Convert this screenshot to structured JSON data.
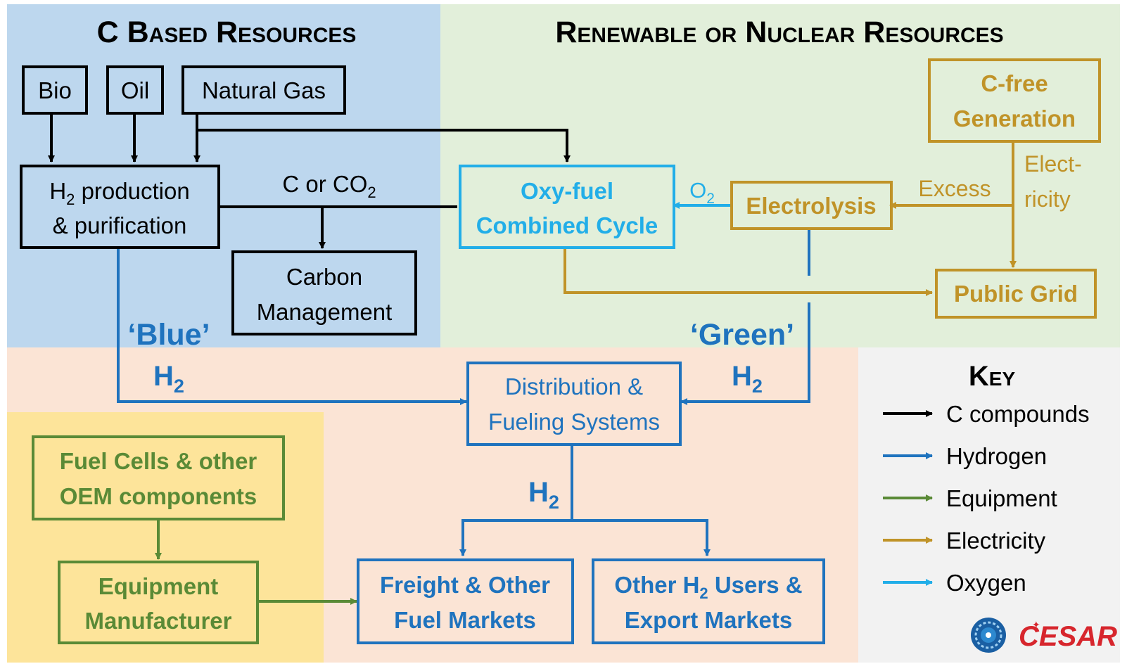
{
  "regions": {
    "c_based": "C Based Resources",
    "renewable": "Renewable or Nuclear Resources"
  },
  "nodes": {
    "bio": "Bio",
    "oil": "Oil",
    "natural_gas": "Natural Gas",
    "h2_production": {
      "line1_a": "H",
      "line1_sub": "2",
      "line1_b": " production",
      "line2": "& purification"
    },
    "carbon_management": {
      "line1": "Carbon",
      "line2": "Management"
    },
    "oxyfuel": {
      "line1": "Oxy-fuel",
      "line2": "Combined Cycle"
    },
    "electrolysis": "Electrolysis",
    "cfree": {
      "line1": "C-free",
      "line2": "Generation"
    },
    "public_grid": "Public Grid",
    "distribution": {
      "line1": "Distribution &",
      "line2": "Fueling Systems"
    },
    "fuel_cells": {
      "line1": "Fuel Cells & other",
      "line2": "OEM components"
    },
    "equipment_manufacturer": {
      "line1": "Equipment",
      "line2": "Manufacturer"
    },
    "freight": {
      "line1": "Freight & Other",
      "line2": "Fuel Markets"
    },
    "other_users": {
      "line1_a": "Other H",
      "line1_sub": "2",
      "line1_b": " Users &",
      "line2": "Export Markets"
    }
  },
  "edge_labels": {
    "c_or_co2": {
      "main": "C or CO",
      "sub": "2"
    },
    "o2": {
      "main": "O",
      "sub": "2"
    },
    "excess": "Excess",
    "electricity": {
      "line1": "Elect-",
      "line2": "ricity"
    },
    "blue": "‘Blue’",
    "green": "‘Green’",
    "h2": {
      "main": "H",
      "sub": "2"
    }
  },
  "key": {
    "title": "Key",
    "items": [
      {
        "label": "C compounds",
        "color": "#000000"
      },
      {
        "label": "Hydrogen",
        "color": "#1f73be"
      },
      {
        "label": "Equipment",
        "color": "#5a8a36"
      },
      {
        "label": "Electricity",
        "color": "#c09328"
      },
      {
        "label": "Oxygen",
        "color": "#22aee8"
      }
    ]
  },
  "logo": {
    "text": "CESAR"
  },
  "colors": {
    "c_compounds": "#000000",
    "hydrogen": "#1f73be",
    "equipment": "#5a8a36",
    "electricity": "#c09328",
    "oxygen": "#22aee8",
    "region_c_based": "#bdd7ee",
    "region_renewable": "#e2efda",
    "region_distribution": "#fbe4d5",
    "region_equipment": "#fde49a",
    "region_key": "#f2f2f2"
  }
}
